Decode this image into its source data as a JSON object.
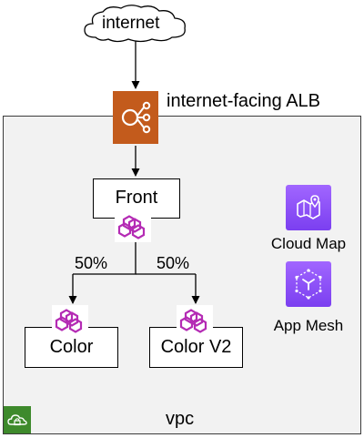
{
  "cloud_label": "internet",
  "alb_label": "internet-facing ALB",
  "vpc_label": "vpc",
  "front_label": "Front",
  "color_label": "Color",
  "colorv2_label": "Color V2",
  "split_left": "50%",
  "split_right": "50%",
  "cloud_map_label": "Cloud Map",
  "app_mesh_label": "App Mesh",
  "colors": {
    "vpc_border": "#3b3b3b",
    "vpc_fill": "#f2f2f2",
    "vpc_badge": "#3e8a2c",
    "alb_orange": "#c35b1c",
    "mesh_magenta": "#b42bb4",
    "service_purple": "#8c4ff5"
  }
}
